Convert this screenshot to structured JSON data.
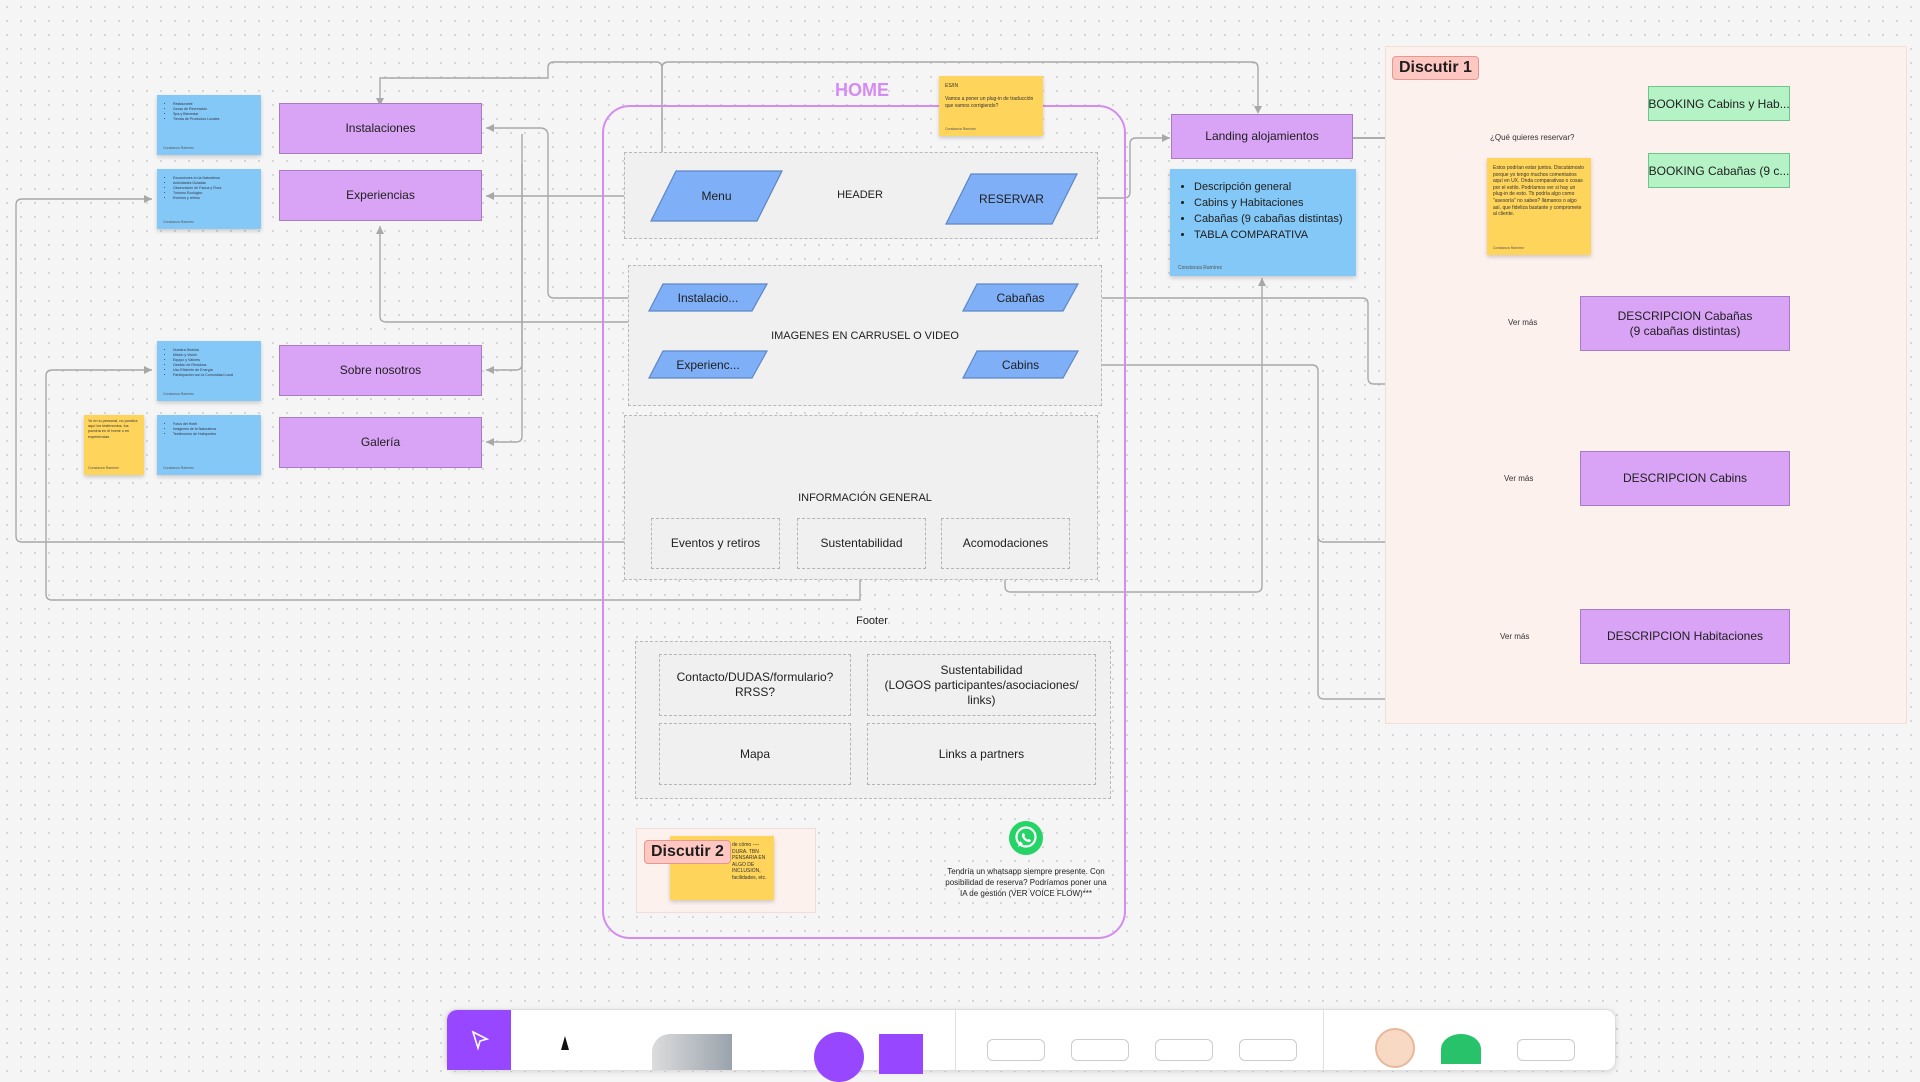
{
  "home": {
    "title": "HOME"
  },
  "header": {
    "label": "HEADER",
    "menu": "Menu",
    "reservar": "RESERVAR"
  },
  "carousel": {
    "label": "IMAGENES EN CARRUSEL O VIDEO",
    "instalaciones": "Instalacio...",
    "experiencias": "Experienc...",
    "cabanas": "Cabañas",
    "cabins": "Cabins"
  },
  "info": {
    "label": "INFORMACIÓN GENERAL",
    "eventos": "Eventos y retiros",
    "sustentabilidad": "Sustentabilidad",
    "acomodaciones": "Acomodaciones"
  },
  "footer": {
    "label": "Footer",
    "contacto": "Contacto/DUDAS/formulario?\nRRSS?",
    "sustentabilidad": "Sustentabilidad\n(LOGOS participantes/asociaciones/\nlinks)",
    "mapa": "Mapa",
    "links": "Links a partners"
  },
  "left_pages": {
    "instalaciones": "Instalaciones",
    "experiencias": "Experiencias",
    "sobre_nosotros": "Sobre nosotros",
    "galeria": "Galería"
  },
  "notes": {
    "n1": [
      "Restaurante",
      "Zonas de Recreación",
      "Spa y Bienestar",
      "Tienda de Productos Locales"
    ],
    "n2": [
      "Excursiones en la Naturaleza",
      "Actividades Guiadas",
      "Observación de Fauna y Flora",
      "Turismo Ecológico",
      "Eventos y retiros"
    ],
    "n3": [
      "Nuestra Historia",
      "Misión y Visión",
      "Equipo y Valores",
      "Gestión de Residuos",
      "Uso Eficiente de Energía",
      "Participación con la Comunidad Local"
    ],
    "n4": [
      "Fotos del Hotel",
      "Imágenes de la Naturaleza",
      "Testimonios de Huéspedes"
    ],
    "yellow_left": "Yo en lo personal, no pondría aquí los testimonios, los pondría en el home o en experiencias",
    "esin_title": "ES/IN",
    "esin_text": "Vamos a poner un plug-in de traducción que vamos corrigiendo?",
    "yellow_right": "Estos podrían estar juntos. Discutámoslo porque yo tengo muchos comentarios aquí en UX. Onda comparativas o cosas por el estilo. Podríamos ver si hay un plug-in de esto. Tb podría algo como \"asesoría\" no sabes? llámanos o algo así, que fideliza bastante y compromete al cliente.",
    "discutir2_text": "de cómo ---- DURA. TBN PENSARIA EN ALGO DE INCLUSION, facilidades, etc.",
    "author": "Constanza Ramírez"
  },
  "landing": {
    "title": "Landing alojamientos",
    "bullets": [
      "Descripción general",
      "Cabins y Habitaciones",
      "Cabañas (9 cabañas distintas)",
      "TABLA COMPARATIVA"
    ],
    "author": "Constanza Ramírez"
  },
  "discutir1": {
    "tag": "Discutir 1",
    "question": "¿Qué quieres reservar?",
    "booking_cabins": "BOOKING Cabins y Hab...",
    "booking_cabanas": "BOOKING Cabañas (9 c...",
    "desc_cabanas": "DESCRIPCION Cabañas\n(9 cabañas distintas)",
    "desc_cabins": "DESCRIPCION Cabins",
    "desc_habitaciones": "DESCRIPCION Habitaciones",
    "ver_mas": "Ver más"
  },
  "discutir2": {
    "tag": "Discutir 2"
  },
  "whatsapp": {
    "text": "Tendría un whatsapp siempre presente. Con posibilidad de reserva? Podríamos poner una IA de gestión (VER VOICE FLOW)***",
    "icon": "whatsapp-icon"
  },
  "colors": {
    "page_node": "#d9a4f5",
    "booking_node": "#b5f2c6",
    "parallelogram": "#7fb0f7",
    "sticky_blue": "#84c8f7",
    "sticky_yellow": "#fed45b",
    "home_frame": "#d48cf2",
    "discussion_area": "#fdf1ee",
    "toolbar_accent": "#9747ff"
  }
}
